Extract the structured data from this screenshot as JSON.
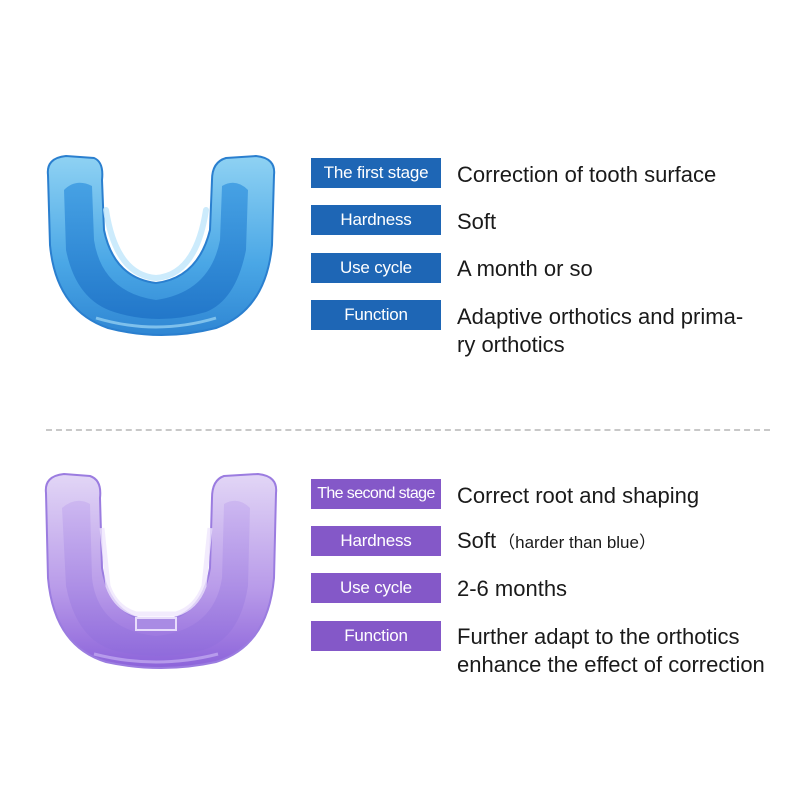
{
  "stage1": {
    "color": "#1e66b5",
    "rows": [
      {
        "label": "The first stage",
        "value": "Correction of tooth surface"
      },
      {
        "label": "Hardness",
        "value": "Soft"
      },
      {
        "label": "Use cycle",
        "value": "A month or so"
      },
      {
        "label": "Function",
        "value_line1": "Adaptive orthotics and prima-",
        "value_line2": "ry orthotics"
      }
    ]
  },
  "stage2": {
    "color": "#8458c8",
    "rows": [
      {
        "label": "The second stage",
        "value": "Correct root and shaping"
      },
      {
        "label": "Hardness",
        "value": "Soft",
        "note": "（harder than blue）"
      },
      {
        "label": "Use cycle",
        "value": "2-6 months"
      },
      {
        "label": "Function",
        "value_line1": "Further adapt to the orthotics",
        "value_line2": "enhance the effect of correction"
      }
    ]
  }
}
